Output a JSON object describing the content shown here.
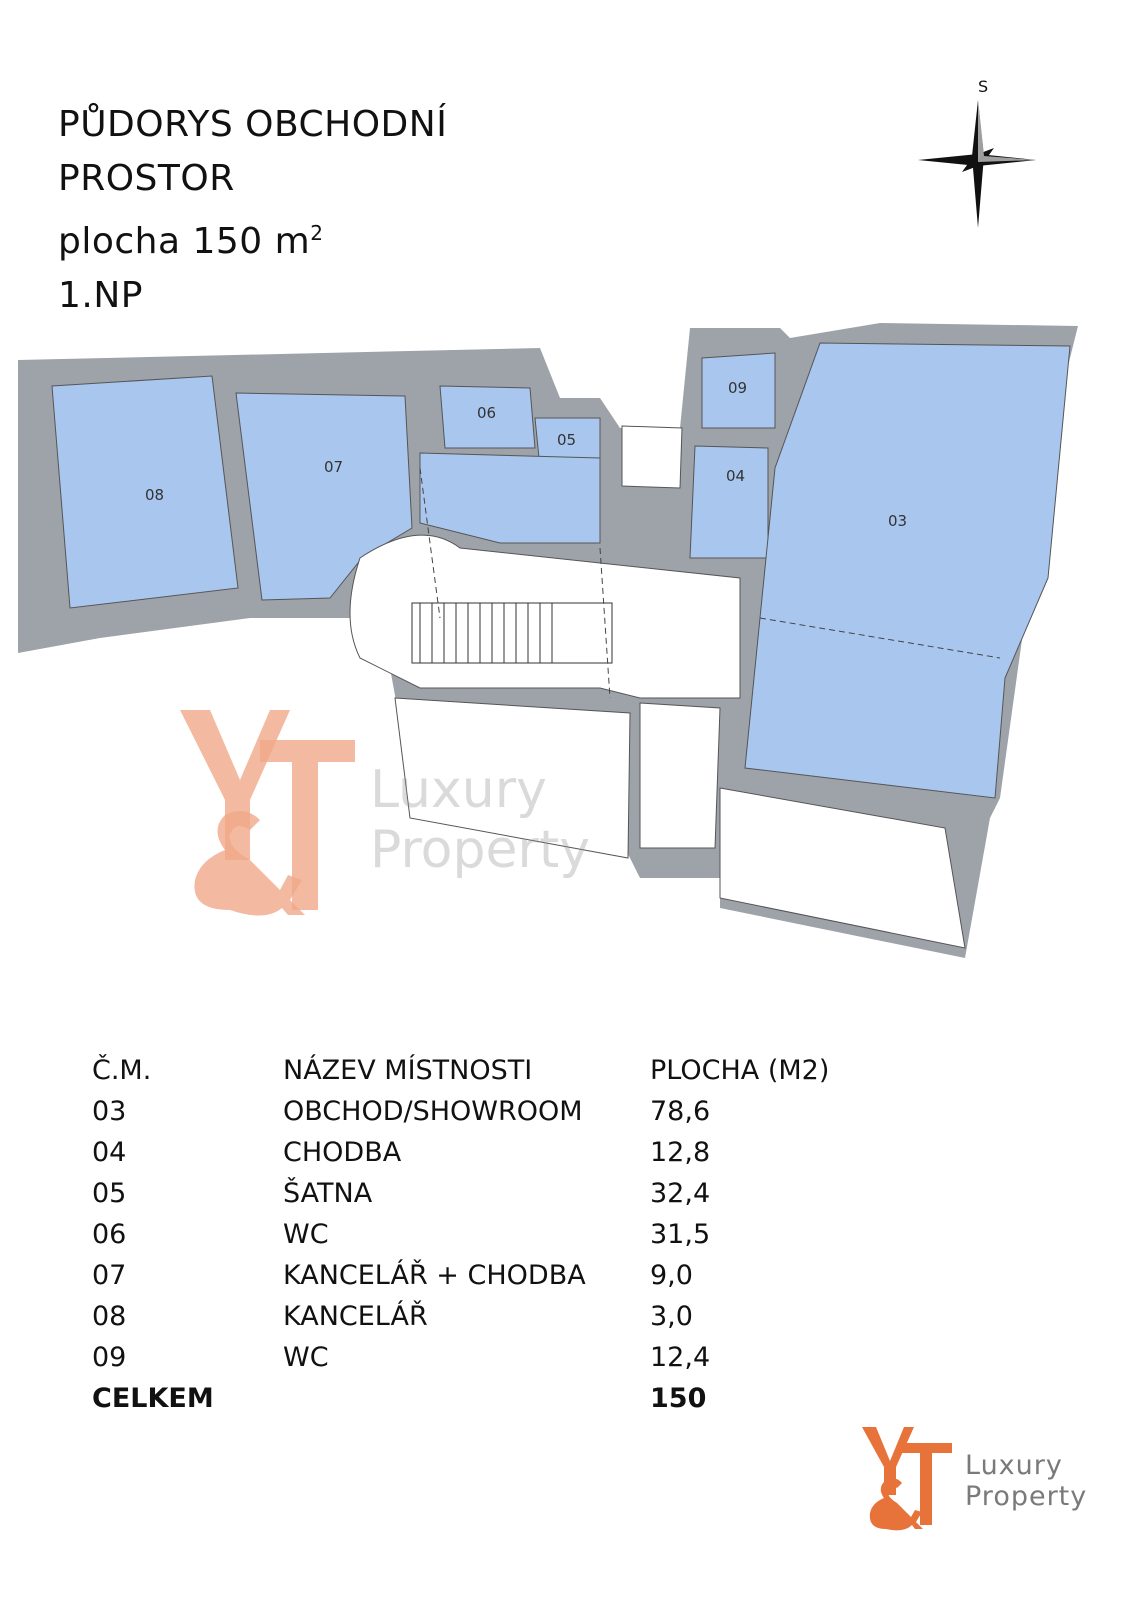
{
  "title": {
    "line1": "PŮDORYS OBCHODNÍ",
    "line2": "PROSTOR",
    "line3_prefix": "plocha 150 m",
    "line3_sup": "2",
    "line4": "1.NP"
  },
  "compass": {
    "label": "S"
  },
  "plan": {
    "room_labels": {
      "r03": "03",
      "r04": "04",
      "r05": "05",
      "r06": "06",
      "r07": "07",
      "r08": "08",
      "r09": "09"
    },
    "room_fill": "#a9c6ef",
    "wall_fill": "#9ea3aa"
  },
  "watermark": {
    "text_line1": "Luxury",
    "text_line2": "Property",
    "color": "#f0a98a"
  },
  "table": {
    "headers": [
      "Č.M.",
      "NÁZEV MÍSTNOSTI",
      "PLOCHA (M2)"
    ],
    "rows": [
      [
        "03",
        "OBCHOD/SHOWROOM",
        "78,6"
      ],
      [
        "04",
        "CHODBA",
        "12,8"
      ],
      [
        "05",
        "ŠATNA",
        "32,4"
      ],
      [
        "06",
        "WC",
        "31,5"
      ],
      [
        "07",
        "KANCELÁŘ + CHODBA",
        "9,0"
      ],
      [
        "08",
        "KANCELÁŘ",
        "3,0"
      ],
      [
        "09",
        "WC",
        "12,4"
      ]
    ],
    "total_label": "CELKEM",
    "total_value": "150"
  },
  "logo": {
    "line1": "Luxury",
    "line2": "Property",
    "accent": "#e8733a"
  }
}
